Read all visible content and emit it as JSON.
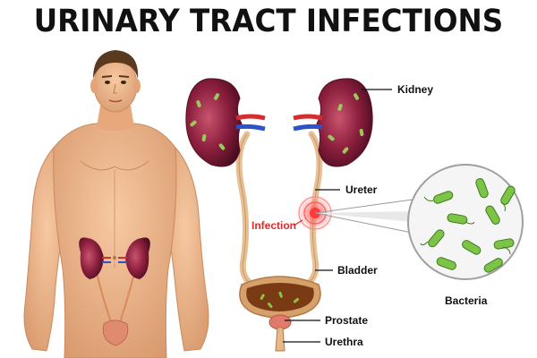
{
  "title": "URINARY TRACT INFECTIONS",
  "labels": {
    "kidney": "Kidney",
    "ureter": "Ureter",
    "infection": "Infection",
    "bladder": "Bladder",
    "prostate": "Prostate",
    "urethra": "Urethra",
    "bacteria": "Bacteria"
  },
  "colors": {
    "skin": "#f2b88c",
    "kidney": "#8c1f3e",
    "infection": "#e02a2a",
    "bacteria": "#6fbf3f",
    "bladder": "#d6a06a",
    "urine": "#7a3a14"
  }
}
